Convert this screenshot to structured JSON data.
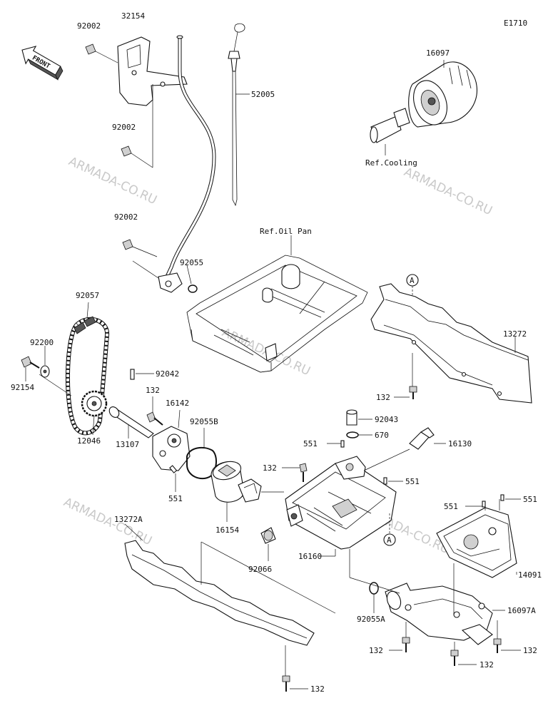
{
  "diagram_code": "E1710",
  "front_badge": "FRONT",
  "watermark": "ARMADA-CO.RU",
  "references": {
    "cooling": "Ref.Cooling",
    "oil_pan": "Ref.Oil Pan"
  },
  "callouts": {
    "a": "A"
  },
  "parts": {
    "p32154": "32154",
    "p92002_a": "92002",
    "p92002_b": "92002",
    "p92002_c": "92002",
    "p52005": "52005",
    "p16097": "16097",
    "p92055": "92055",
    "p92057": "92057",
    "p92200": "92200",
    "p92154": "92154",
    "p92042": "92042",
    "p132_pump": "132",
    "p16142": "16142",
    "p92055b": "92055B",
    "p12046": "12046",
    "p13107": "13107",
    "p551_pump": "551",
    "p13272": "13272",
    "p132_plate": "132",
    "p92043": "92043",
    "p670": "670",
    "p551_body": "551",
    "p16130": "16130",
    "p132_body": "132",
    "p551_right": "551",
    "p16154": "16154",
    "p16160": "16160",
    "p92066": "92066",
    "p13272a": "13272A",
    "p551_cover_a": "551",
    "p551_cover_b": "551",
    "p14091": "14091",
    "p92055a": "92055A",
    "p16097a": "16097A",
    "p132_bl": "132",
    "p132_bm": "132",
    "p132_br": "132",
    "p132_bottom": "132"
  }
}
